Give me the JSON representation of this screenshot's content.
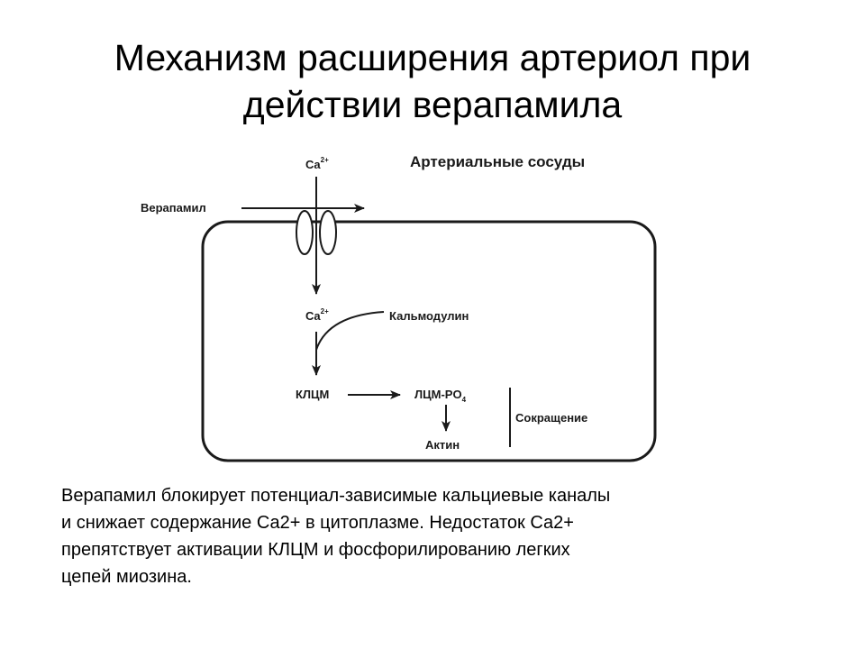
{
  "slide": {
    "title_line1": "Механизм расширения артериол при",
    "title_line2": "действии верапамила",
    "caption_lines": [
      "Верапамил блокирует потенциал-зависимые кальциевые каналы",
      "и снижает содержание Са2+ в цитоплазме. Недостаток Са2+",
      "препятствует активации КЛЦМ и фосфорилированию легких",
      "цепей миозина."
    ]
  },
  "diagram": {
    "heading": "Артериальные сосуды",
    "ca_base": "Ca",
    "ca_charge": "2+",
    "verapamil": "Верапамил",
    "calmodulin": "Кальмодулин",
    "klcm": "КЛЦМ",
    "lcm_po4_base": "ЛЦМ-PO",
    "lcm_po4_sub": "4",
    "actin": "Актин",
    "contraction": "Сокращение"
  }
}
